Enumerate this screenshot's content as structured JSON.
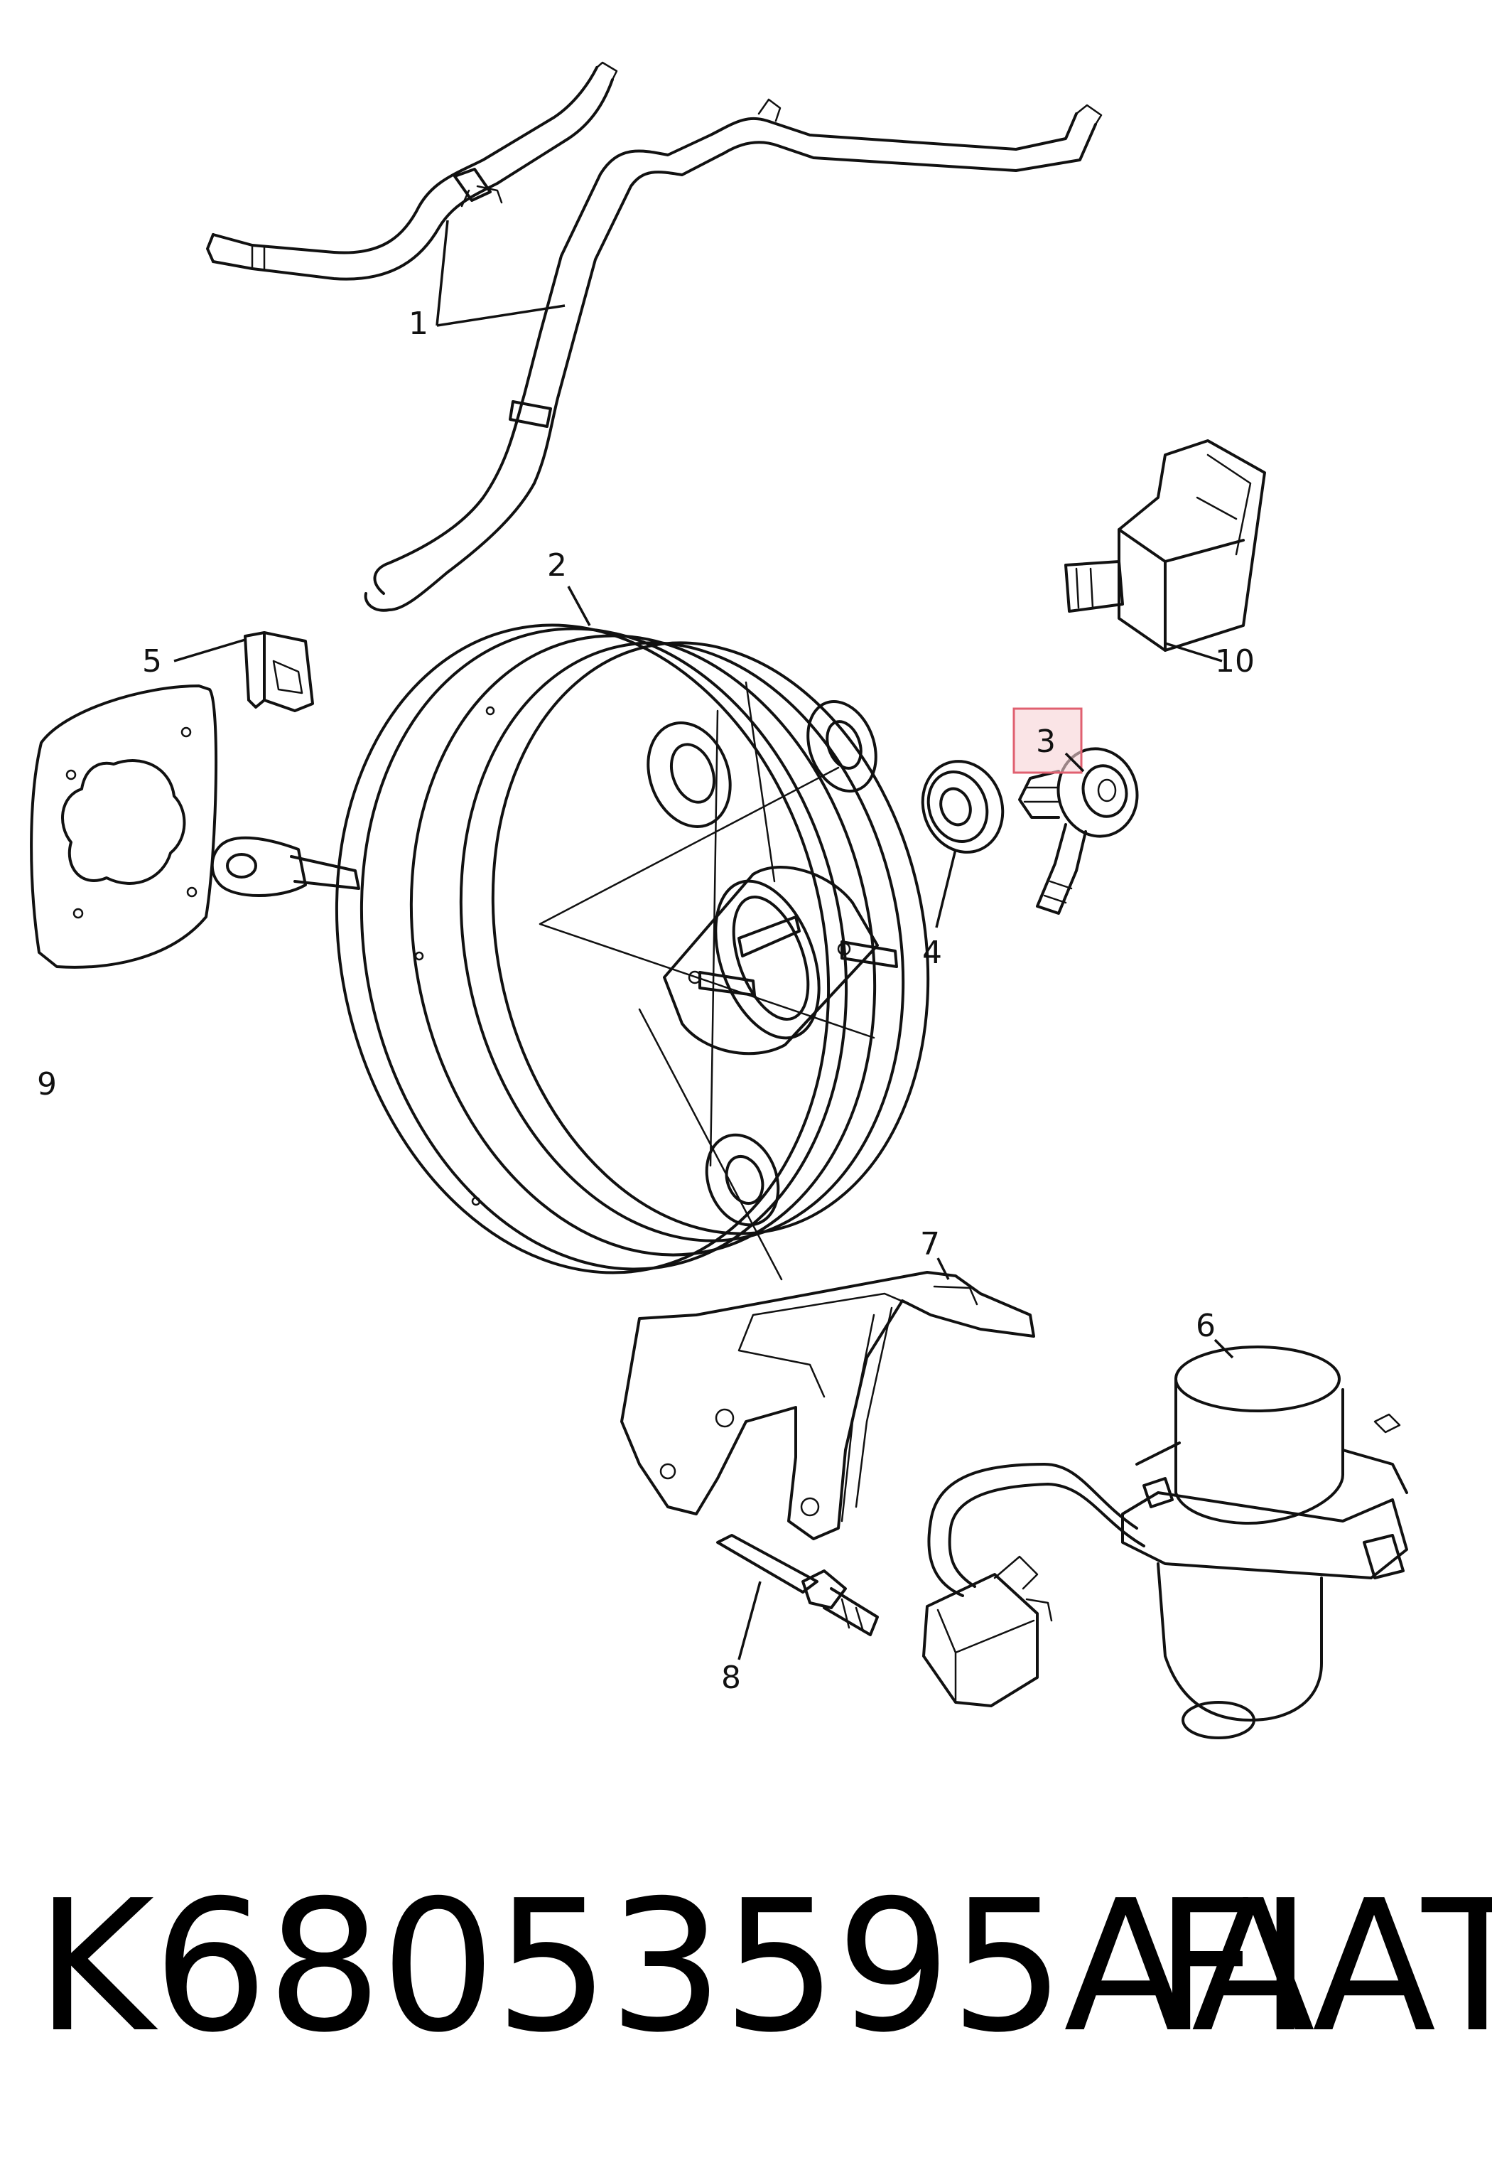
{
  "diagram": {
    "callouts": {
      "c1": "1",
      "c2": "2",
      "c3": "3",
      "c4": "4",
      "c5": "5",
      "c6": "6",
      "c7": "7",
      "c8": "8",
      "c9": "9",
      "c10": "10"
    },
    "highlight_color": "#e06070"
  },
  "footer": {
    "part_number": "K68053595AA",
    "brand": "FIAT"
  }
}
